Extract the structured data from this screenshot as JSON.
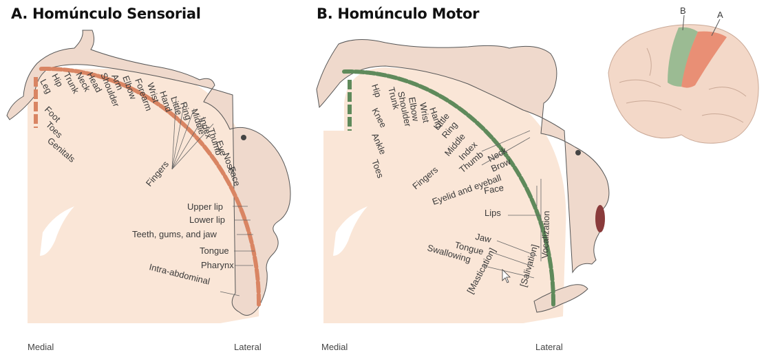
{
  "colors": {
    "section_bg": "#fae6d7",
    "sensory_segment": "#d98563",
    "motor_segment": "#5f8a5b",
    "figure_fill": "#efd9cc",
    "figure_stroke": "#555555",
    "brain_fill": "#f3d8c8",
    "brain_area_a": "#e8876b",
    "brain_area_b": "#9bbb93"
  },
  "panel_a": {
    "title": "A. Homúnculo Sensorial",
    "medial": "Medial",
    "lateral": "Lateral",
    "labels": [
      "Leg",
      "Hip",
      "Trunk",
      "Neck",
      "Head",
      "Shoulder",
      "Arm",
      "Elbow",
      "Forearm",
      "Wrist",
      "Hand",
      "Little",
      "Ring",
      "Middle",
      "Index",
      "Thumb",
      "Eye",
      "Nose",
      "Face",
      "Fingers",
      "Foot",
      "Toes",
      "Genitals",
      "Upper lip",
      "Lower lip",
      "Teeth, gums, and jaw",
      "Tongue",
      "Pharynx",
      "Intra-abdominal"
    ]
  },
  "panel_b": {
    "title": "B. Homúnculo Motor",
    "medial": "Medial",
    "lateral": "Lateral",
    "labels": [
      "Hip",
      "Knee",
      "Ankle",
      "Toes",
      "Trunk",
      "Shoulder",
      "Elbow",
      "Wrist",
      "Hand",
      "Little",
      "Ring",
      "Middle",
      "Index",
      "Thumb",
      "Fingers",
      "Neck",
      "Brow",
      "Eyelid and eyeball",
      "Face",
      "Lips",
      "Jaw",
      "Tongue",
      "Swallowing",
      "[Mastication]",
      "[Salivation]",
      "Vocalization"
    ]
  },
  "brain_inset": {
    "label_a": "A",
    "label_b": "B"
  }
}
